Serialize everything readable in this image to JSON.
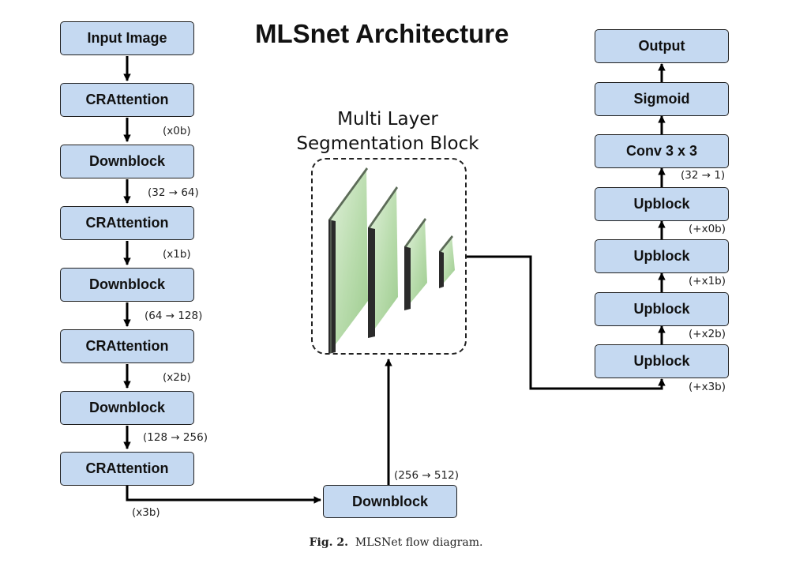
{
  "title": "MLSnet Architecture",
  "mls_block": {
    "title_line1": "Multi Layer",
    "title_line2": "Segmentation Block"
  },
  "encoder": {
    "input": "Input Image",
    "crattention_0": "CRAttention",
    "downblock_1": "Downblock",
    "crattention_1": "CRAttention",
    "downblock_2": "Downblock",
    "crattention_2": "CRAttention",
    "downblock_3": "Downblock",
    "crattention_3": "CRAttention",
    "notes": {
      "x0b": "(x0b)",
      "ch_32_64": "(32 → 64)",
      "x1b": "(x1b)",
      "ch_64_128": "(64 → 128)",
      "x2b": "(x2b)",
      "ch_128_256": "(128 → 256)",
      "x3b": "(x3b)"
    }
  },
  "bottleneck": {
    "label": "Downblock",
    "note": "(256 → 512)"
  },
  "decoder": {
    "output": "Output",
    "sigmoid": "Sigmoid",
    "conv": "Conv 3 x 3",
    "upblock_0": "Upblock",
    "upblock_1": "Upblock",
    "upblock_2": "Upblock",
    "upblock_3": "Upblock",
    "notes": {
      "ch_32_1": "(32 → 1)",
      "plus_x0b": "(+x0b)",
      "plus_x1b": "(+x1b)",
      "plus_x2b": "(+x2b)",
      "plus_x3b": "(+x3b)"
    }
  },
  "caption": {
    "label": "Fig. 2.",
    "text": "MLSNet flow diagram."
  }
}
